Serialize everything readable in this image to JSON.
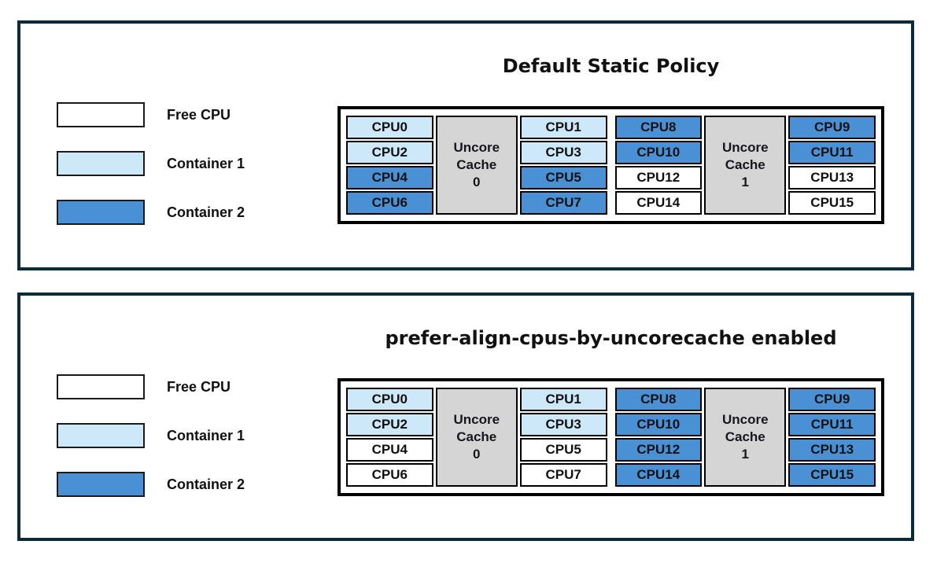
{
  "colors": {
    "free": "#ffffff",
    "container1": "#cde8f8",
    "container2": "#4a90d5",
    "cache": "#d5d5d5",
    "panel_border": "#0d2a3a"
  },
  "panels": [
    {
      "title": "Default Static Policy",
      "legend": [
        {
          "label": "Free CPU",
          "color_key": "free"
        },
        {
          "label": "Container 1",
          "color_key": "container1"
        },
        {
          "label": "Container 2",
          "color_key": "container2"
        }
      ],
      "groups": [
        {
          "cache_label_lines": [
            "Uncore",
            "Cache",
            "0"
          ],
          "left_cpus": [
            {
              "label": "CPU0",
              "state": "container1"
            },
            {
              "label": "CPU2",
              "state": "container1"
            },
            {
              "label": "CPU4",
              "state": "container2"
            },
            {
              "label": "CPU6",
              "state": "container2"
            }
          ],
          "right_cpus": [
            {
              "label": "CPU1",
              "state": "container1"
            },
            {
              "label": "CPU3",
              "state": "container1"
            },
            {
              "label": "CPU5",
              "state": "container2"
            },
            {
              "label": "CPU7",
              "state": "container2"
            }
          ]
        },
        {
          "cache_label_lines": [
            "Uncore",
            "Cache",
            "1"
          ],
          "left_cpus": [
            {
              "label": "CPU8",
              "state": "container2"
            },
            {
              "label": "CPU10",
              "state": "container2"
            },
            {
              "label": "CPU12",
              "state": "free"
            },
            {
              "label": "CPU14",
              "state": "free"
            }
          ],
          "right_cpus": [
            {
              "label": "CPU9",
              "state": "container2"
            },
            {
              "label": "CPU11",
              "state": "container2"
            },
            {
              "label": "CPU13",
              "state": "free"
            },
            {
              "label": "CPU15",
              "state": "free"
            }
          ]
        }
      ]
    },
    {
      "title": "prefer-align-cpus-by-uncorecache enabled",
      "legend": [
        {
          "label": "Free CPU",
          "color_key": "free"
        },
        {
          "label": "Container 1",
          "color_key": "container1"
        },
        {
          "label": "Container 2",
          "color_key": "container2"
        }
      ],
      "groups": [
        {
          "cache_label_lines": [
            "Uncore",
            "Cache",
            "0"
          ],
          "left_cpus": [
            {
              "label": "CPU0",
              "state": "container1"
            },
            {
              "label": "CPU2",
              "state": "container1"
            },
            {
              "label": "CPU4",
              "state": "free"
            },
            {
              "label": "CPU6",
              "state": "free"
            }
          ],
          "right_cpus": [
            {
              "label": "CPU1",
              "state": "container1"
            },
            {
              "label": "CPU3",
              "state": "container1"
            },
            {
              "label": "CPU5",
              "state": "free"
            },
            {
              "label": "CPU7",
              "state": "free"
            }
          ]
        },
        {
          "cache_label_lines": [
            "Uncore",
            "Cache",
            "1"
          ],
          "left_cpus": [
            {
              "label": "CPU8",
              "state": "container2"
            },
            {
              "label": "CPU10",
              "state": "container2"
            },
            {
              "label": "CPU12",
              "state": "container2"
            },
            {
              "label": "CPU14",
              "state": "container2"
            }
          ],
          "right_cpus": [
            {
              "label": "CPU9",
              "state": "container2"
            },
            {
              "label": "CPU11",
              "state": "container2"
            },
            {
              "label": "CPU13",
              "state": "container2"
            },
            {
              "label": "CPU15",
              "state": "container2"
            }
          ]
        }
      ]
    }
  ]
}
